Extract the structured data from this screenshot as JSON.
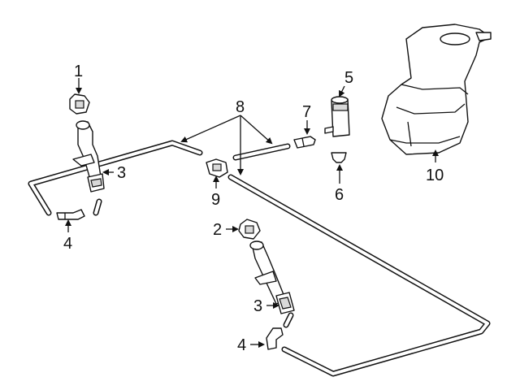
{
  "diagram": {
    "callouts": [
      {
        "id": "c1",
        "label": "1"
      },
      {
        "id": "c2",
        "label": "2"
      },
      {
        "id": "c3a",
        "label": "3"
      },
      {
        "id": "c3b",
        "label": "3"
      },
      {
        "id": "c4a",
        "label": "4"
      },
      {
        "id": "c4b",
        "label": "4"
      },
      {
        "id": "c5",
        "label": "5"
      },
      {
        "id": "c6",
        "label": "6"
      },
      {
        "id": "c7",
        "label": "7"
      },
      {
        "id": "c8",
        "label": "8"
      },
      {
        "id": "c9",
        "label": "9"
      },
      {
        "id": "c10",
        "label": "10"
      }
    ]
  }
}
